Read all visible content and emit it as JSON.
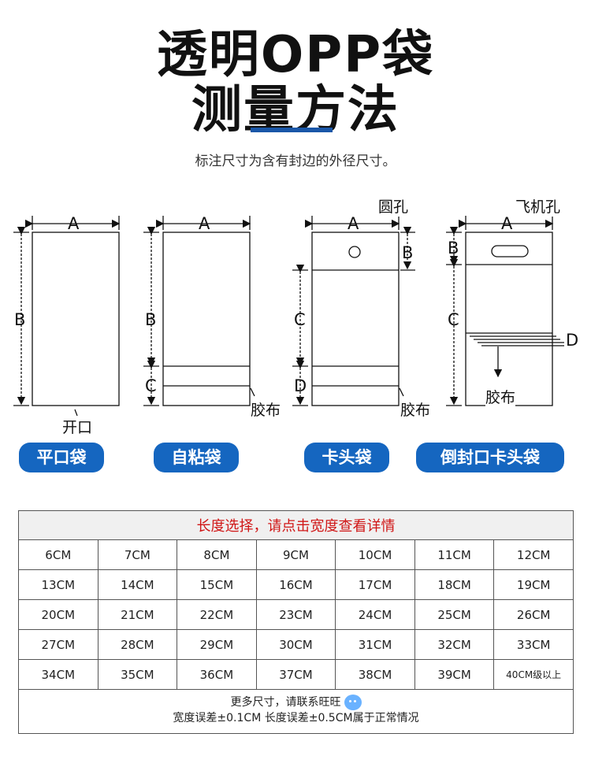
{
  "header": {
    "title_line1": "透明OPP袋",
    "title_line2": "测量方法",
    "subtitle": "标注尺寸为含有封边的外径尺寸。"
  },
  "diagram": {
    "letters": {
      "a": "A",
      "b": "B",
      "c": "C",
      "d": "D"
    },
    "notes": {
      "opening": "开口",
      "tape1": "胶布",
      "tape2": "胶布",
      "tape3": "胶布",
      "round_hole": "圆孔",
      "plane_hole": "飞机孔"
    },
    "bag_types": [
      "平口袋",
      "自粘袋",
      "卡头袋",
      "倒封口卡头袋"
    ]
  },
  "size_table": {
    "header_prefix": "长度选择，请点击宽度",
    "header_link": "查看详情",
    "rows": [
      [
        "6CM",
        "7CM",
        "8CM",
        "9CM",
        "10CM",
        "11CM",
        "12CM"
      ],
      [
        "13CM",
        "14CM",
        "15CM",
        "16CM",
        "17CM",
        "18CM",
        "19CM"
      ],
      [
        "20CM",
        "21CM",
        "22CM",
        "23CM",
        "24CM",
        "25CM",
        "26CM"
      ],
      [
        "27CM",
        "28CM",
        "29CM",
        "30CM",
        "31CM",
        "32CM",
        "33CM"
      ],
      [
        "34CM",
        "35CM",
        "36CM",
        "37CM",
        "38CM",
        "39CM",
        "40CM级以上"
      ]
    ],
    "footer_line1": "更多尺寸，请联系旺旺",
    "footer_line2": "宽度误差±0.1CM 长度误差±0.5CM属于正常情况"
  },
  "colors": {
    "accent": "#1566c0",
    "link_red": "#d01616"
  }
}
